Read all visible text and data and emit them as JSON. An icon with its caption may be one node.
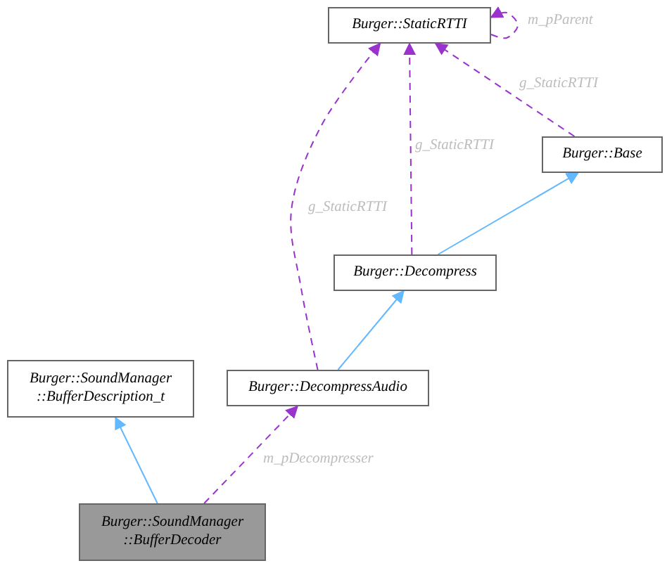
{
  "diagram": {
    "nodes": [
      {
        "text": [
          "Burger::StaticRTTI"
        ]
      },
      {
        "text": [
          "Burger::Base"
        ]
      },
      {
        "text": [
          "Burger::Decompress"
        ]
      },
      {
        "text": [
          "Burger::SoundManager ::BufferDescription_t"
        ]
      },
      {
        "text": [
          "Burger::DecompressAudio"
        ]
      },
      {
        "text": [
          "Burger::SoundManager ::BufferDecoder"
        ]
      }
    ],
    "edges": [
      {
        "from": 0,
        "to": 0,
        "arrow": "to",
        "label": "m_pParent",
        "style": "dashed",
        "color": "#9a32cd"
      },
      {
        "from": 1,
        "to": 0,
        "arrow": "to",
        "label": "g_StaticRTTI",
        "style": "dashed",
        "color": "#9a32cd"
      },
      {
        "from": 2,
        "to": 0,
        "arrow": "to",
        "label": "g_StaticRTTI",
        "style": "dashed",
        "color": "#9a32cd"
      },
      {
        "from": 4,
        "to": 0,
        "arrow": "to",
        "label": "g_StaticRTTI",
        "style": "dashed",
        "color": "#9a32cd"
      },
      {
        "from": 2,
        "to": 1,
        "arrow": "to",
        "color": "#63b8ff"
      },
      {
        "from": 4,
        "to": 2,
        "arrow": "to",
        "color": "#63b8ff"
      },
      {
        "from": 5,
        "to": 3,
        "arrow": "to",
        "color": "#63b8ff"
      },
      {
        "from": 5,
        "to": 4,
        "arrow": "to",
        "label": "m_pDecompresser",
        "style": "dashed",
        "color": "#9a32cd"
      }
    ]
  }
}
